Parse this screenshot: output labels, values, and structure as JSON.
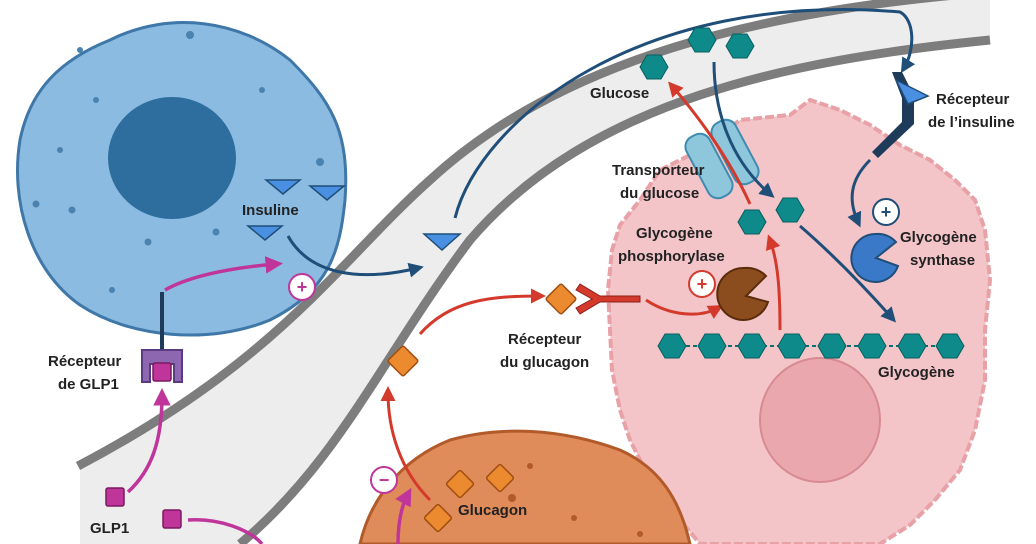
{
  "labels": {
    "insuline": "Insuline",
    "glucose": "Glucose",
    "transporteur_l1": "Transporteur",
    "transporteur_l2": "du glucose",
    "recepteur_insuline_l1": "Récepteur",
    "recepteur_insuline_l2": "de l’insuline",
    "glycogene_phosphorylase_l1": "Glycogène",
    "glycogene_phosphorylase_l2": "phosphorylase",
    "glycogene_synthase_l1": "Glycogène",
    "glycogene_synthase_l2": "synthase",
    "recepteur_glucagon_l1": "Récepteur",
    "recepteur_glucagon_l2": "du glucagon",
    "glycogene": "Glycogène",
    "recepteur_glp1_l1": "Récepteur",
    "recepteur_glp1_l2": "de GLP1",
    "glp1": "GLP1",
    "glucagon": "Glucagon"
  },
  "signs": {
    "plus": "+",
    "minus": "−"
  },
  "colors": {
    "beta_cell": "#8bbbe0",
    "nucleus": "#2e6e9e",
    "liver_cell": "#f4c5c8",
    "alpha_cell": "#e08b5a",
    "vessel": "#ededed",
    "vessel_wall": "#7d7d7d",
    "glucose": "#0e8a8a",
    "insulin": "#4a90e2",
    "glucagon": "#ec8a30",
    "glp1": "#c0359a",
    "arrow_blue": "#1f4e79",
    "arrow_red": "#d33a2c",
    "arrow_magenta": "#c0359a"
  }
}
